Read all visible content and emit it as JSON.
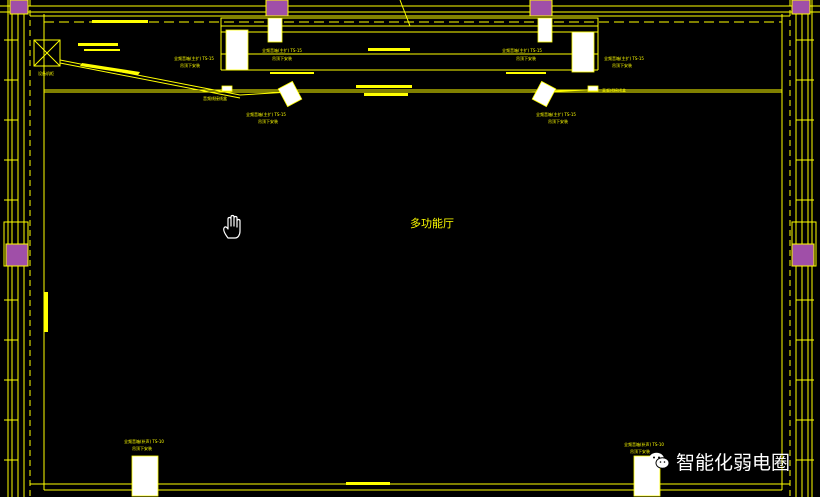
{
  "drawing": {
    "room_label": "多功能厅",
    "colors": {
      "background": "#000000",
      "line": "#ffff00",
      "fixture": "#ffffff",
      "column": "#a04fa8"
    },
    "speaker_labels": {
      "top_left_a": {
        "line1": "全频音箱(主扩) TS-15",
        "line2": "吊顶下安装"
      },
      "top_mid_left": {
        "line1": "全频音箱(主扩) TS-15",
        "line2": "吊顶下安装"
      },
      "top_mid_right": {
        "line1": "全频音箱(主扩) TS-15",
        "line2": "吊顶下安装"
      },
      "top_right_a": {
        "line1": "全频音箱(主扩) TS-15",
        "line2": "吊顶下安装"
      },
      "bottom_left": {
        "line1": "全频音箱(补声) TS-10",
        "line2": "吊顶下安装"
      },
      "bottom_right": {
        "line1": "全频音箱(补声) TS-10",
        "line2": "吊顶下安装"
      }
    },
    "small_labels": {
      "equipment_box": "设备机柜",
      "left_junction": "音频线接线盒",
      "right_junction": "音频线接线盒"
    }
  },
  "watermark": {
    "icon": "wechat-icon",
    "text": "智能化弱电圈"
  },
  "cursor": {
    "icon": "hand-cursor-icon"
  }
}
